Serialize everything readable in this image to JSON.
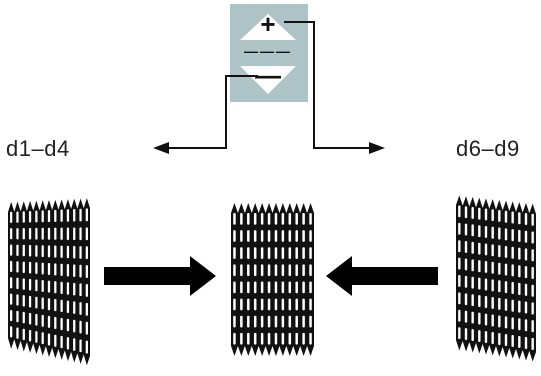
{
  "labels": {
    "left_range": "d1–d4",
    "right_range": "d6–d9"
  },
  "control": {
    "plus_symbol": "+",
    "middle_symbol": "———",
    "minus_symbol": "—"
  },
  "colors": {
    "control_box": "#adc3c5",
    "ink": "#111111",
    "background": "#ffffff"
  },
  "icons": {
    "up_arrow": "triangle-up-icon",
    "down_arrow": "triangle-down-icon",
    "left_block": "stitch-block-left",
    "center_block": "stitch-block-center",
    "right_block": "stitch-block-right"
  }
}
